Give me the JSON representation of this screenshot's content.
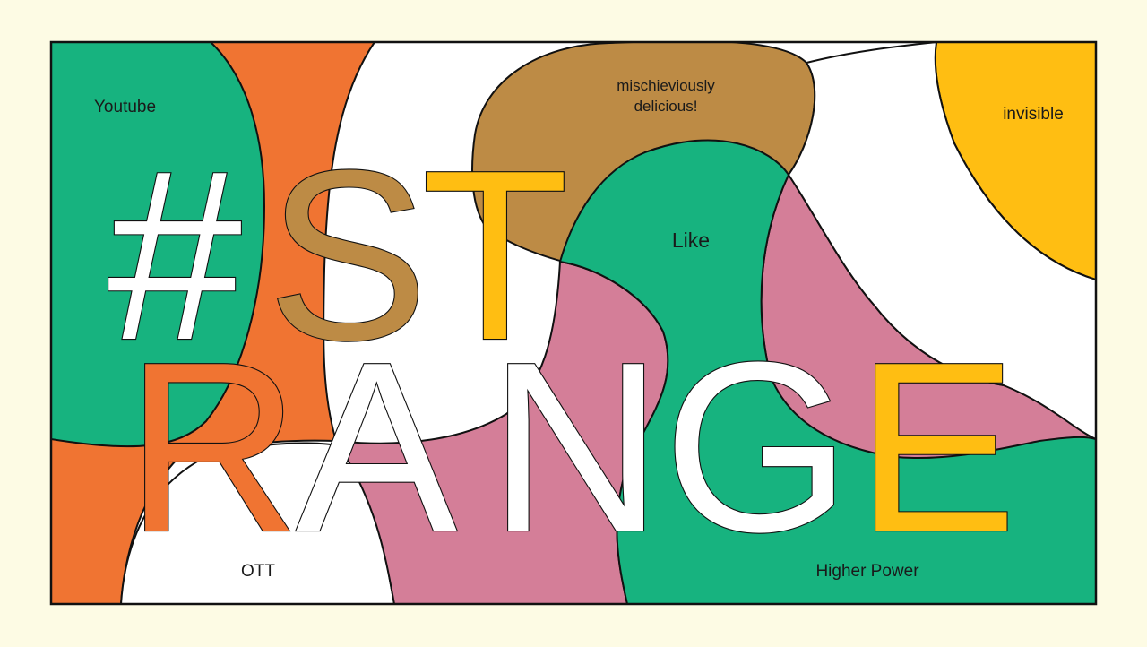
{
  "palette": {
    "background": "#FDFBE4",
    "green": "#17B37F",
    "orange": "#F07432",
    "brown": "#BD8B45",
    "pink": "#D47E98",
    "yellow": "#FFBE12",
    "white": "#FFFFFF",
    "line": "#111111"
  },
  "headline": {
    "line1": "#STRANGE",
    "hash": "#",
    "s": "S",
    "t": "T",
    "row2": [
      "R",
      "A",
      "N",
      "G",
      "E"
    ]
  },
  "labels": {
    "youtube": "Youtube",
    "mischievous_1": "mischieviously",
    "mischievous_2": "delicious!",
    "invisible": "invisible",
    "like": "Like",
    "ott": "OTT",
    "higher_power": "Higher Power"
  }
}
